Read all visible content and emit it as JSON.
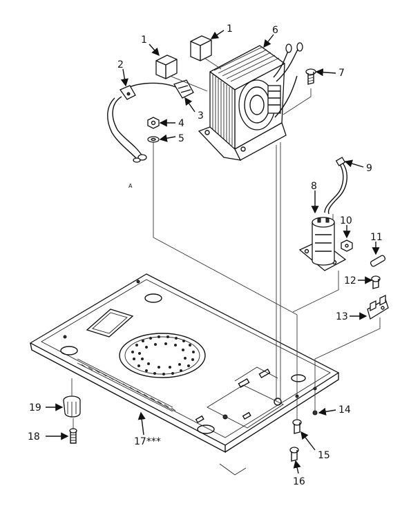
{
  "callouts": {
    "c1a": "1",
    "c1b": "1",
    "c2": "2",
    "c3": "3",
    "c4": "4",
    "c5": "5",
    "c6": "6",
    "c7": "7",
    "c8": "8",
    "c9": "9",
    "c10": "10",
    "c11": "11",
    "c12": "12",
    "c13": "13",
    "c14": "14",
    "c15": "15",
    "c16": "16",
    "c17": "17***",
    "c18": "18",
    "c19": "19",
    "stray": "A"
  }
}
